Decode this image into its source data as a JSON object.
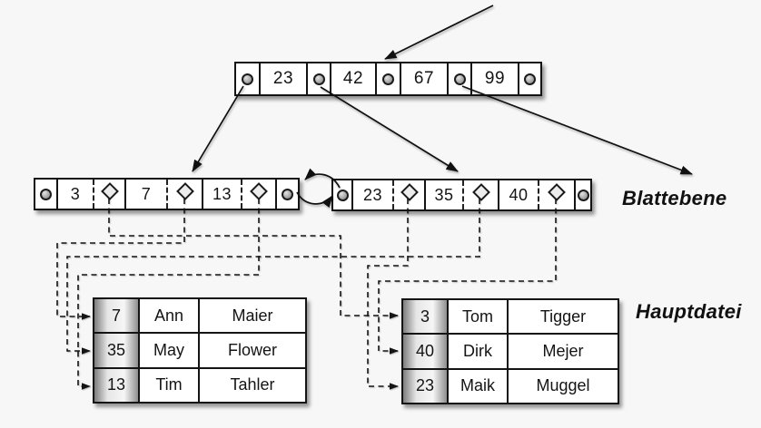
{
  "colors": {
    "background": "#f7f7f7",
    "stroke": "#141414",
    "node-fill": "#ffffff",
    "keycol-left": "#7d7d7d",
    "keycol-mid": "#f6f6f6",
    "keycol-right": "#8f8f8f"
  },
  "root_node": {
    "keys": [
      "23",
      "42",
      "67",
      "99"
    ]
  },
  "leaf_level": {
    "label": "Blattebene",
    "left_leaf": {
      "keys": [
        "3",
        "7",
        "13"
      ]
    },
    "right_leaf": {
      "keys": [
        "23",
        "35",
        "40"
      ]
    }
  },
  "main_file": {
    "label": "Hauptdatei",
    "left_table": {
      "rows": [
        [
          "7",
          "Ann",
          "Maier"
        ],
        [
          "35",
          "May",
          "Flower"
        ],
        [
          "13",
          "Tim",
          "Tahler"
        ]
      ]
    },
    "right_table": {
      "rows": [
        [
          "3",
          "Tom",
          "Tigger"
        ],
        [
          "40",
          "Dirk",
          "Mejer"
        ],
        [
          "23",
          "Maik",
          "Muggel"
        ]
      ]
    }
  },
  "icons": {
    "node_pointer": "pointer-circle-icon",
    "record_pointer": "diamond-icon"
  }
}
